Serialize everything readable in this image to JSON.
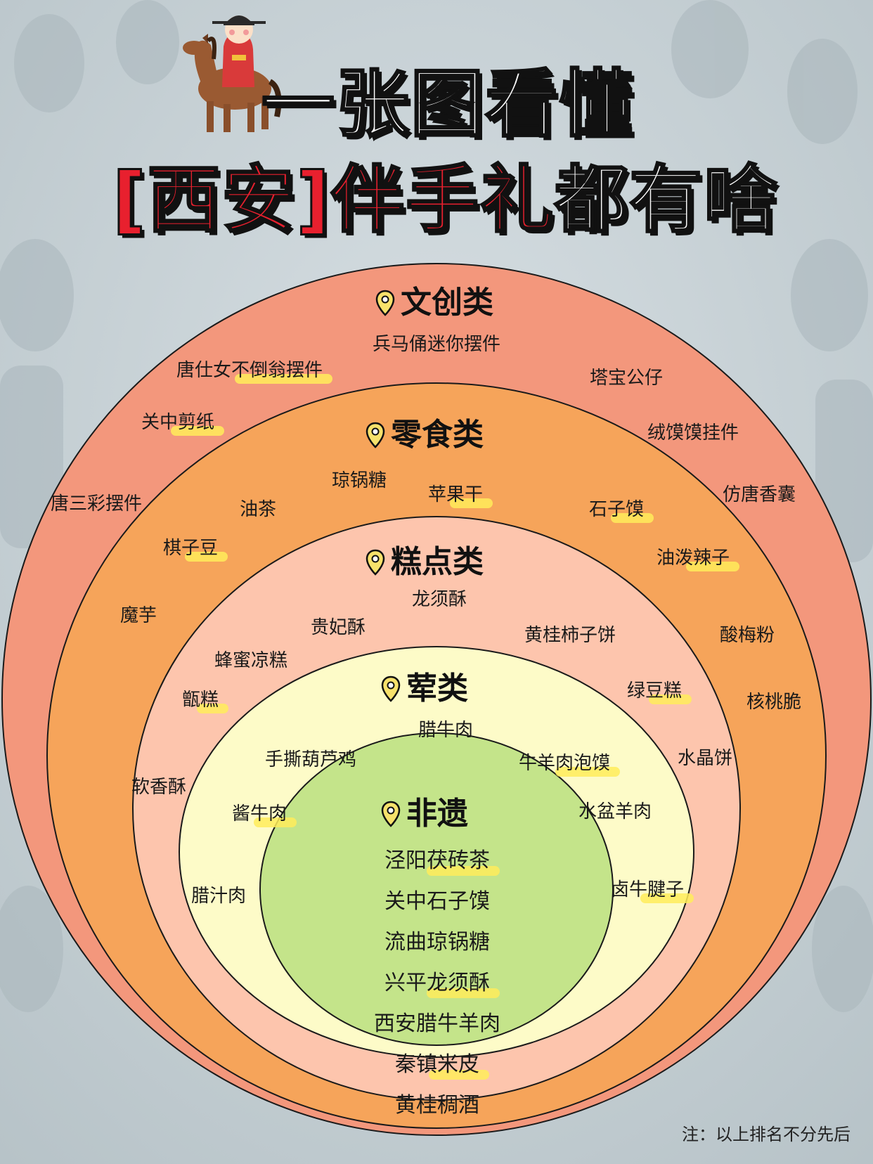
{
  "header": {
    "title_line1": "一张图看懂",
    "title_red": "[西安]伴手礼",
    "title_white": "都有啥"
  },
  "rings": {
    "wenchuang": {
      "label": "文创类",
      "color": "#f3977c",
      "items": [
        "兵马俑迷你摆件",
        "唐仕女不倒翁摆件",
        "塔宝公仔",
        "关中剪纸",
        "绒馍馍挂件",
        "唐三彩摆件",
        "仿唐香囊"
      ]
    },
    "lingshi": {
      "label": "零食类",
      "color": "#f6a45a",
      "items": [
        "琼锅糖",
        "苹果干",
        "油茶",
        "石子馍",
        "棋子豆",
        "油泼辣子",
        "魔芋",
        "酸梅粉",
        "核桃脆",
        "水晶饼"
      ]
    },
    "gaodian": {
      "label": "糕点类",
      "color": "#fdc5ad",
      "items": [
        "龙须酥",
        "贵妃酥",
        "黄桂柿子饼",
        "蜂蜜凉糕",
        "甑糕",
        "绿豆糕",
        "软香酥"
      ]
    },
    "hun": {
      "label": "荤类",
      "color": "#fdfbc8",
      "items": [
        "腊牛肉",
        "手撕葫芦鸡",
        "牛羊肉泡馍",
        "酱牛肉",
        "水盆羊肉",
        "腊汁肉",
        "卤牛腱子"
      ]
    },
    "feiyi": {
      "label": "非遗",
      "color": "#c4e48a",
      "items": [
        "泾阳茯砖茶",
        "关中石子馍",
        "流曲琼锅糖",
        "兴平龙须酥",
        "西安腊牛羊肉",
        "秦镇米皮",
        "黄桂稠酒"
      ]
    }
  },
  "note": "注：以上排名不分先后"
}
